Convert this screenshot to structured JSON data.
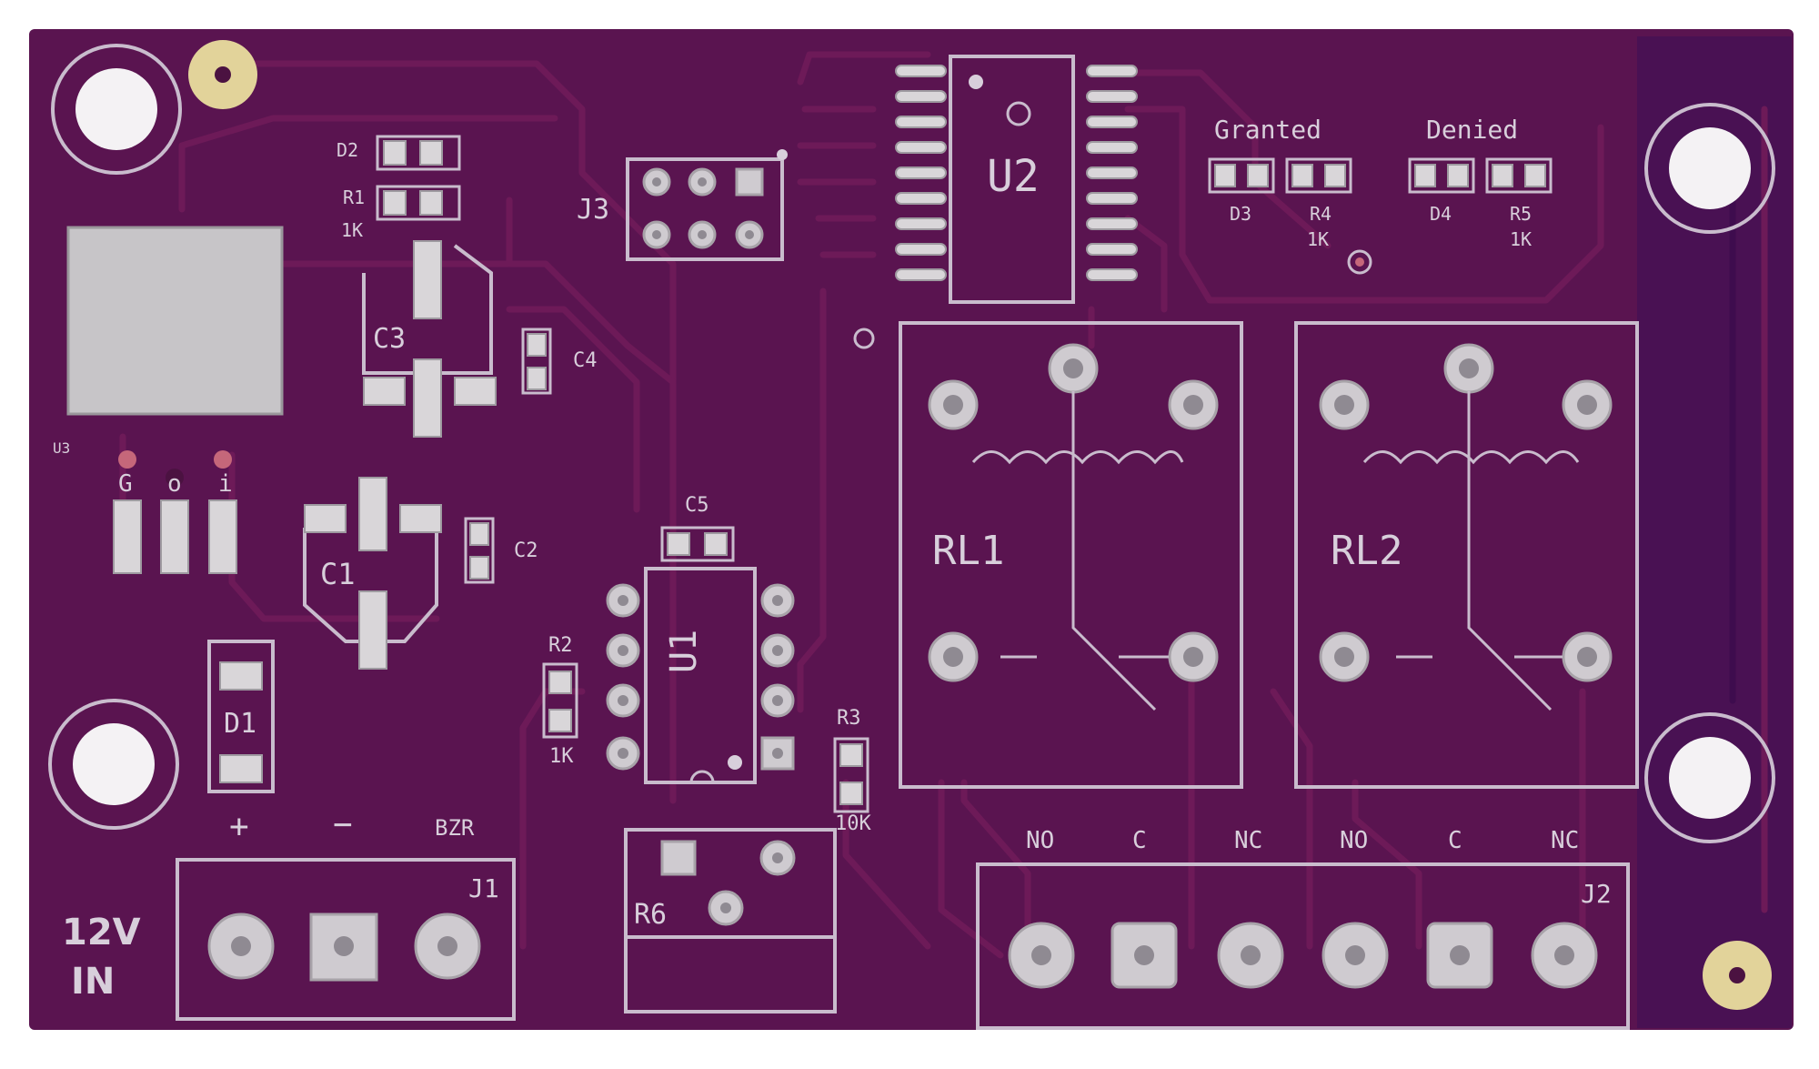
{
  "board": {
    "colors": {
      "soldermask": "#5a1450",
      "trace": "#6d1a58",
      "copper_pad": "#d9d6d9",
      "silkscreen": "#c9bccd",
      "gold_pad": "#e2d39a"
    }
  },
  "labels": {
    "d2": "D2",
    "r1": "R1",
    "r1_value": "1K",
    "j3": "J3",
    "u2": "U2",
    "granted": "Granted",
    "denied": "Denied",
    "d3": "D3",
    "r4": "R4",
    "r4_value": "1K",
    "d4": "D4",
    "r5": "R5",
    "r5_value": "1K",
    "c3": "C3",
    "c4": "C4",
    "u3": "U3",
    "g_pin": "G",
    "o_pin": "o",
    "i_pin": "i",
    "c1": "C1",
    "c2": "C2",
    "c5": "C5",
    "d1": "D1",
    "r2": "R2",
    "r2_value": "1K",
    "u1": "U1",
    "r3": "R3",
    "r3_value": "10K",
    "rl1": "RL1",
    "rl2": "RL2",
    "plus": "+",
    "minus": "−",
    "bzr": "BZR",
    "j1": "J1",
    "j2": "J2",
    "r6": "R6",
    "power_in_line1": "12V",
    "power_in_line2": "IN",
    "no1": "NO",
    "c_1": "C",
    "nc1": "NC",
    "no2": "NO",
    "c_2": "C",
    "nc2": "NC"
  }
}
